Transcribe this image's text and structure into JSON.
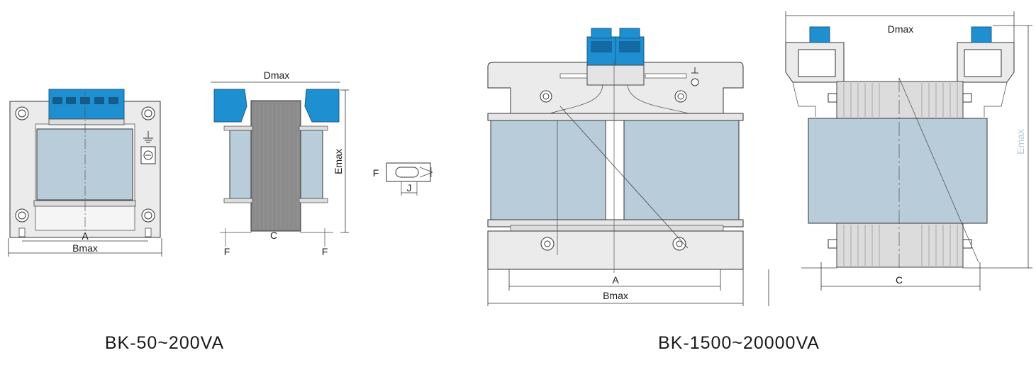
{
  "labels": {
    "left_front": {
      "a": "A",
      "bmax": "Bmax"
    },
    "left_side": {
      "dmax": "Dmax",
      "emax": "Emax",
      "c": "C",
      "f_left": "F",
      "f_right": "F"
    },
    "lug": {
      "f": "F",
      "j": "J"
    },
    "right_front": {
      "a": "A",
      "bmax": "Bmax"
    },
    "right_side": {
      "dmax": "Dmax",
      "emax": "Emax",
      "c": "C"
    }
  },
  "captions": {
    "small": "BK-50~200VA",
    "large": "BK-1500~20000VA"
  },
  "colors": {
    "coil": "#b8cdd9",
    "terminal_blue": "#1e8fd0",
    "frame": "#ebebeb"
  },
  "icons": [
    "ground-symbol-icon",
    "terminal-screw-icon"
  ]
}
